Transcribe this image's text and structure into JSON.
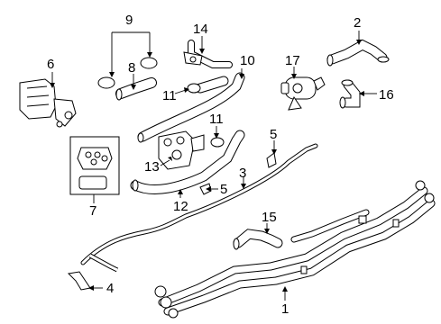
{
  "diagram": {
    "callouts": [
      {
        "id": "c1",
        "label": "1"
      },
      {
        "id": "c2",
        "label": "2"
      },
      {
        "id": "c3",
        "label": "3"
      },
      {
        "id": "c4",
        "label": "4"
      },
      {
        "id": "c5a",
        "label": "5"
      },
      {
        "id": "c5b",
        "label": "5"
      },
      {
        "id": "c6",
        "label": "6"
      },
      {
        "id": "c7",
        "label": "7"
      },
      {
        "id": "c8",
        "label": "8"
      },
      {
        "id": "c9",
        "label": "9"
      },
      {
        "id": "c10",
        "label": "10"
      },
      {
        "id": "c11a",
        "label": "11"
      },
      {
        "id": "c11b",
        "label": "11"
      },
      {
        "id": "c12",
        "label": "12"
      },
      {
        "id": "c13",
        "label": "13"
      },
      {
        "id": "c14",
        "label": "14"
      },
      {
        "id": "c15",
        "label": "15"
      },
      {
        "id": "c16",
        "label": "16"
      },
      {
        "id": "c17",
        "label": "17"
      }
    ]
  }
}
